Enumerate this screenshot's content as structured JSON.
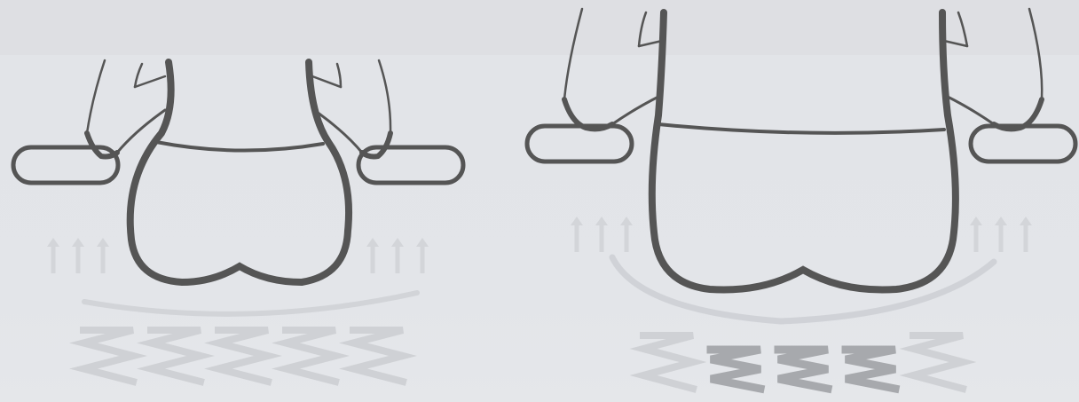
{
  "colors": {
    "background": "#e2e4e8",
    "stroke": "#555555",
    "arrow": "#d2d4d8",
    "spring_faint": "#cfd1d5",
    "spring_active": "#a7a9ad",
    "base_arc": "#cacccf"
  },
  "panels": [
    {
      "name": "left-diagram",
      "springs": [
        "relaxed",
        "relaxed",
        "relaxed",
        "relaxed",
        "relaxed"
      ]
    },
    {
      "name": "right-diagram",
      "springs": [
        "relaxed",
        "compressed",
        "compressed",
        "compressed",
        "relaxed"
      ]
    }
  ],
  "icons": [
    "hand-icon",
    "handle-icon",
    "up-arrow-icon",
    "spring-icon"
  ]
}
